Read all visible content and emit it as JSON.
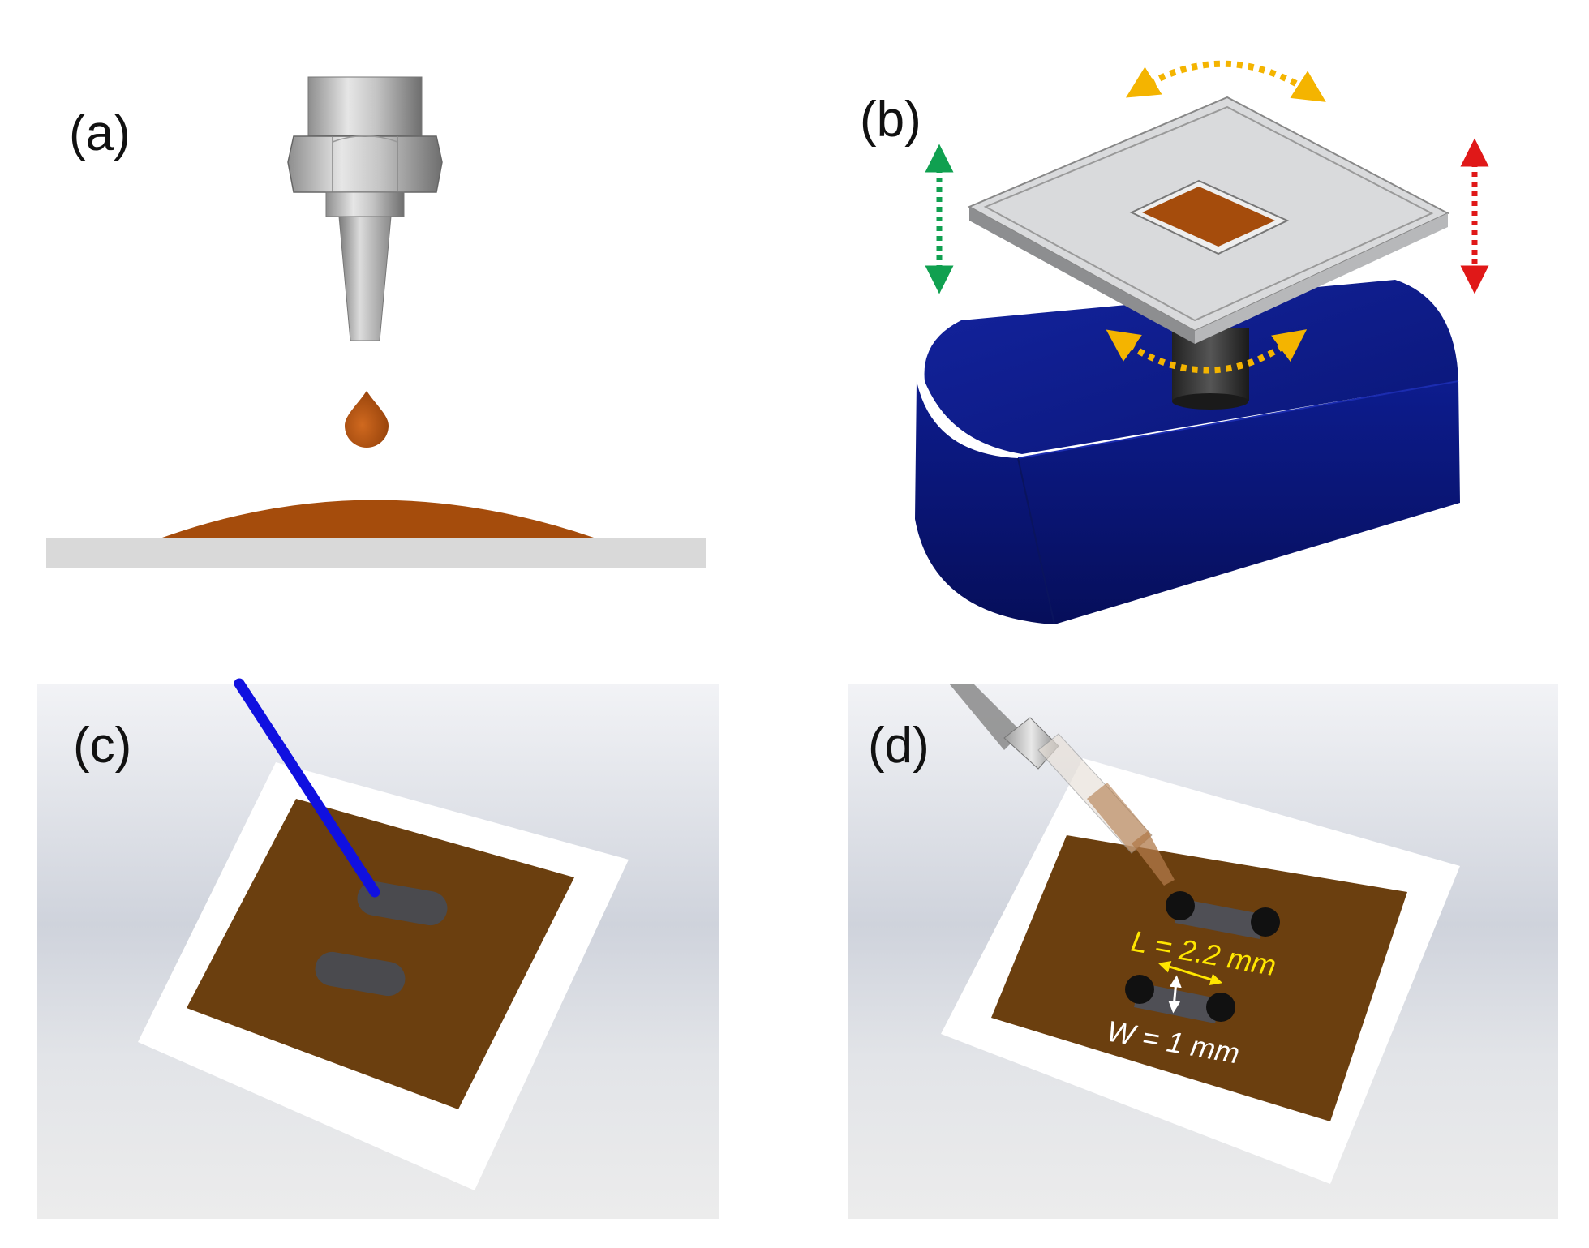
{
  "panels": {
    "a": {
      "label": "(a)"
    },
    "b": {
      "label": "(b)"
    },
    "c": {
      "label": "(c)"
    },
    "d": {
      "label": "(d)",
      "length_label": "L = 2.2 mm",
      "width_label": "W = 1 mm"
    }
  },
  "colors": {
    "ink_brown": "#a54c0c",
    "film_brown": "#6b3f0f",
    "stage_blue": "#0b1a8c",
    "arrow_green": "#10a050",
    "arrow_red": "#e01818",
    "arrow_yellow": "#f4b400",
    "stylus_blue": "#1010e0",
    "dimension_yellow": "#ffe600"
  }
}
